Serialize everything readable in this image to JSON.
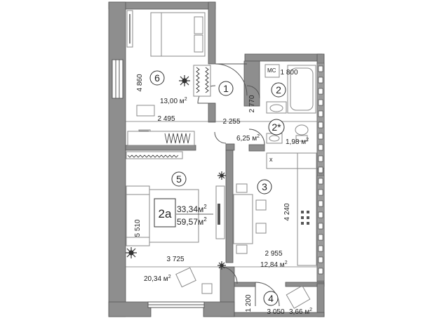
{
  "rooms": {
    "r6": {
      "number": "6",
      "area": "13,00 м",
      "sup": "2",
      "dim_vertical": "4 860",
      "dim_horizontal": "2 495"
    },
    "r1": {
      "number": "1",
      "area": "6,25 м",
      "sup": "2",
      "dim_horizontal": "2 255",
      "dim_vertical": "2 770"
    },
    "r2": {
      "number": "2",
      "label_mc": "МС",
      "dim_horizontal": "1 800"
    },
    "r2s": {
      "number": "2*",
      "area": "1,98 м",
      "sup": "2"
    },
    "r3": {
      "number": "3",
      "area": "12,84 м",
      "sup": "2",
      "dim_horizontal": "2 955",
      "dim_vertical": "4 240",
      "label_x": "x"
    },
    "r5": {
      "number": "5",
      "area": "20,34 м",
      "sup": "2",
      "dim_horizontal": "3 725",
      "dim_vertical": "5 510"
    },
    "r4": {
      "number": "4",
      "area": "3,66 м",
      "sup": "2",
      "dim_horizontal": "3 050",
      "dim_vertical": "1 200"
    }
  },
  "badge": {
    "type": "2а",
    "living_area": "33,34м",
    "living_sup": "2",
    "total_area": "59,57м",
    "total_sup": "2"
  }
}
